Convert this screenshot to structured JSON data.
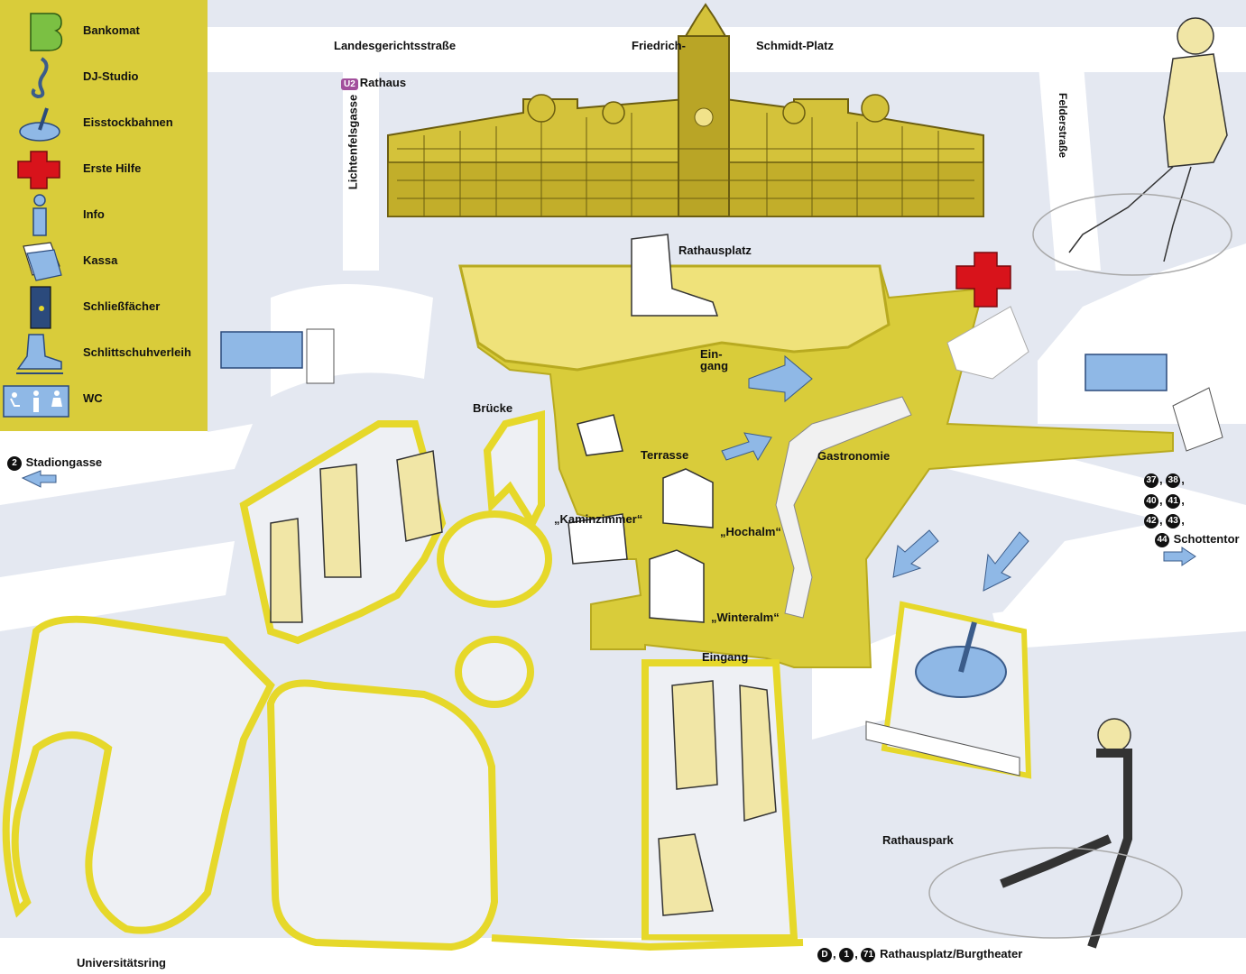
{
  "legend": {
    "items": [
      {
        "label": "Bankomat",
        "icon": "bankomat-icon"
      },
      {
        "label": "DJ-Studio",
        "icon": "dj-studio-icon"
      },
      {
        "label": "Eisstockbahnen",
        "icon": "curling-stone-icon"
      },
      {
        "label": "Erste Hilfe",
        "icon": "first-aid-cross-icon"
      },
      {
        "label": "Info",
        "icon": "info-icon"
      },
      {
        "label": "Kassa",
        "icon": "ticket-office-icon"
      },
      {
        "label": "Schließfächer",
        "icon": "locker-icon"
      },
      {
        "label": "Schlittschuhverleih",
        "icon": "skate-rental-icon"
      },
      {
        "label": "WC",
        "icon": "wc-icon"
      }
    ]
  },
  "streets": {
    "top_left": "Landesgerichtsstraße",
    "top_mid": "Friedrich-",
    "top_right": "Schmidt-Platz",
    "left_vertical": "Lichtenfelsgasse",
    "right_vertical": "Felderstraße",
    "bottom": "Universitätsring"
  },
  "transit": {
    "u2_badge": "U2",
    "u2_label": "Rathaus",
    "stadion_badge": "2",
    "stadion_label": "Stadiongasse",
    "tram_badges_row1": [
      "37",
      "38"
    ],
    "tram_badges_row2": [
      "40",
      "41"
    ],
    "tram_badges_row3": [
      "42",
      "43"
    ],
    "tram_badge_last": "44",
    "schottentor_label": "Schottentor",
    "bottom_badges": [
      "D",
      "1",
      "71"
    ],
    "bottom_label": "Rathausplatz/Burgtheater"
  },
  "places": {
    "rathausplatz": "Rathausplatz",
    "eingang_top": "Ein-\ngang",
    "bruecke": "Brücke",
    "terrasse": "Terrasse",
    "gastronomie": "Gastronomie",
    "kaminzimmer": "„Kaminzimmer“",
    "hochalm": "„Hochalm“",
    "winteralm": "„Winteralm“",
    "eingang_bottom": "Eingang",
    "rathauspark": "Rathauspark"
  },
  "colors": {
    "yellow": "#d9cc3a",
    "rink_yellow": "#efe27a",
    "blue": "#8fb8e6",
    "street_grey": "#e4e8f1",
    "red": "#d8131b",
    "green": "#7bc043",
    "u2_purple": "#a24f9c"
  }
}
